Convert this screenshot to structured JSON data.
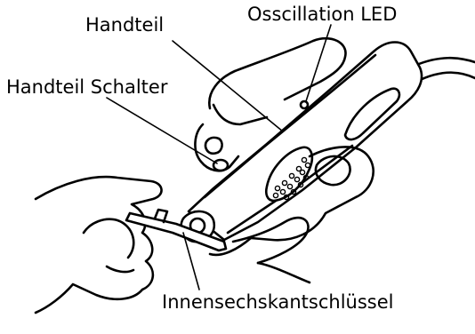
{
  "labels": {
    "handpiece": "Handteil",
    "oscillation_led": "Osscillation LED",
    "handpiece_switch": "Handteil Schalter",
    "hex_key": "Innensechskantschlüssel"
  },
  "colors": {
    "line": "#000000",
    "background": "#ffffff"
  }
}
